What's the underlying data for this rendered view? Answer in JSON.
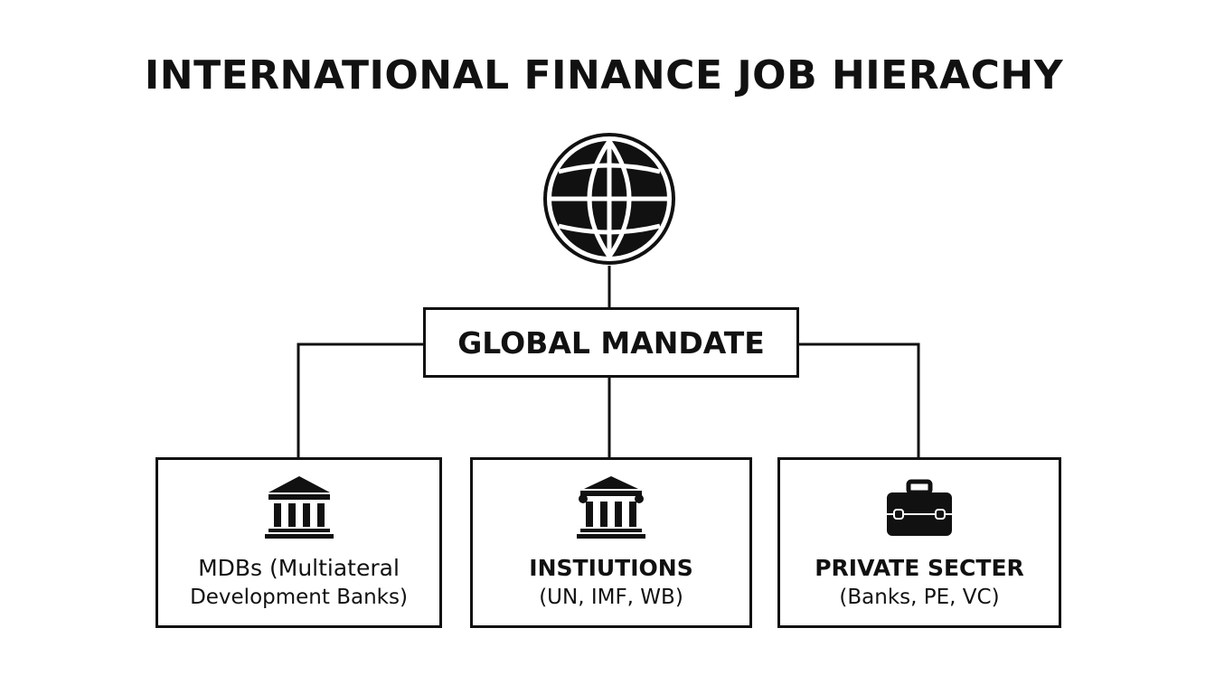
{
  "title": "INTERNATIONAL FINANCE JOB HIERACHY",
  "root": {
    "icon": "globe-icon",
    "label": "GLOBAL MANDATE"
  },
  "branches": [
    {
      "icon": "bank-building-icon",
      "line1": "MDBs (Multiateral",
      "line2": "Development Banks)"
    },
    {
      "icon": "institution-building-icon",
      "line1": "INSTIUTIONS",
      "line2": "(UN, IMF, WB)"
    },
    {
      "icon": "briefcase-icon",
      "line1": "PRIVATE SECTER",
      "line2": "(Banks, PE, VC)"
    }
  ],
  "colors": {
    "ink": "#111111",
    "background": "#ffffff"
  }
}
